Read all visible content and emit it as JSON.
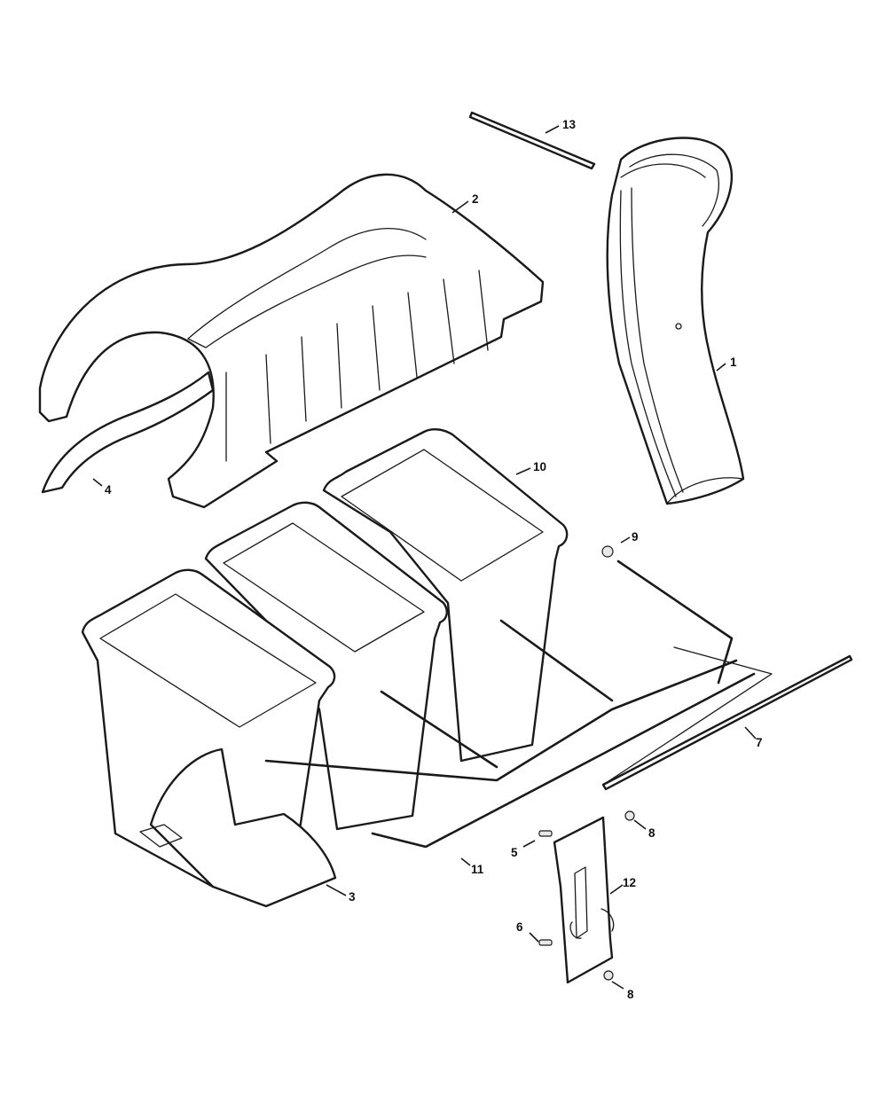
{
  "callouts": [
    {
      "id": "1",
      "label": "1"
    },
    {
      "id": "2",
      "label": "2"
    },
    {
      "id": "3",
      "label": "3"
    },
    {
      "id": "4",
      "label": "4"
    },
    {
      "id": "5",
      "label": "5"
    },
    {
      "id": "6",
      "label": "6"
    },
    {
      "id": "7",
      "label": "7"
    },
    {
      "id": "8a",
      "label": "8"
    },
    {
      "id": "8b",
      "label": "8"
    },
    {
      "id": "9",
      "label": "9"
    },
    {
      "id": "10",
      "label": "10"
    },
    {
      "id": "11",
      "label": "11"
    },
    {
      "id": "12",
      "label": "12"
    },
    {
      "id": "13",
      "label": "13"
    }
  ]
}
